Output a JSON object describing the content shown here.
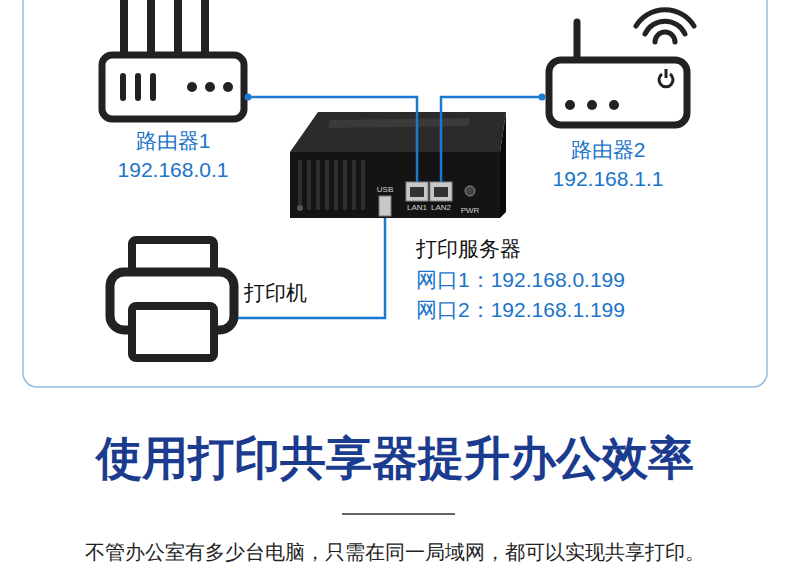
{
  "diagram": {
    "title": "使用打印共享器提升办公效率",
    "caption": "不管办公室有多少台电脑，只需在同一局域网，都可以实现共享打印。",
    "nodes": [
      {
        "text": [
          "路由器1",
          "192.168.0.1"
        ]
      },
      {
        "text": [
          "路由器2",
          "192.168.1.1"
        ]
      },
      {
        "text": [
          "打印服务器",
          "网口1：192.168.0.199",
          "网口2：192.168.1.199"
        ]
      },
      {
        "text": [
          "打印机"
        ]
      }
    ],
    "edges": [
      {
        "from": 0,
        "to": 2,
        "arrow": "none"
      },
      {
        "from": 1,
        "to": 2,
        "arrow": "none"
      },
      {
        "from": 3,
        "to": 2,
        "arrow": "none"
      }
    ],
    "labels": [
      "USB",
      "LAN1",
      "LAN2",
      "PWR"
    ]
  }
}
